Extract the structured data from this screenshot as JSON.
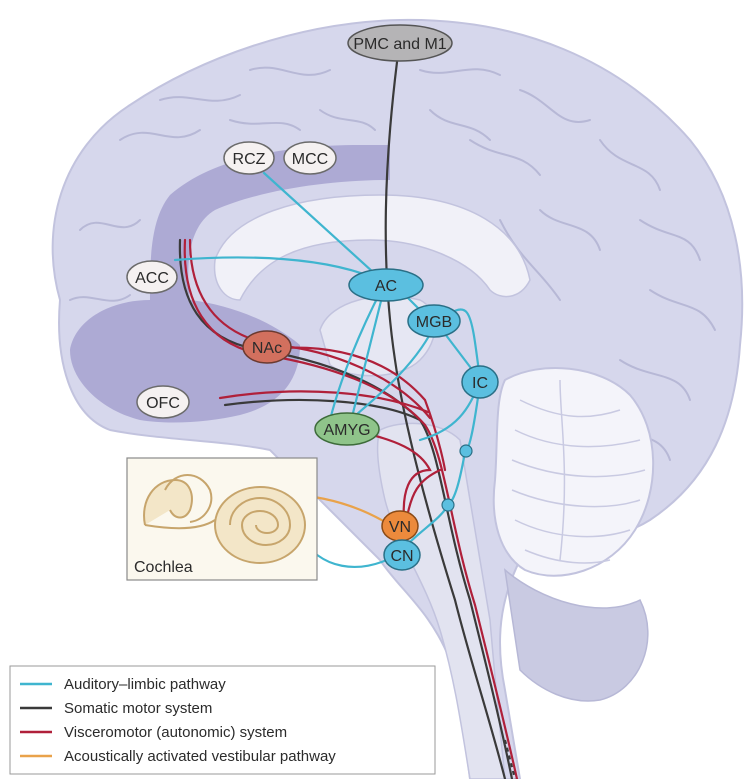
{
  "nodes": {
    "pmc": "PMC and M1",
    "rcz": "RCZ",
    "mcc": "MCC",
    "acc": "ACC",
    "nac": "NAc",
    "ofc": "OFC",
    "ac": "AC",
    "mgb": "MGB",
    "ic": "IC",
    "amyg": "AMYG",
    "vn": "VN",
    "cn": "CN"
  },
  "inset": {
    "label": "Cochlea"
  },
  "legend": [
    {
      "label": "Auditory–limbic pathway",
      "color": "#3fb5cf"
    },
    {
      "label": "Somatic motor system",
      "color": "#3a3a3a"
    },
    {
      "label": "Visceromotor (autonomic) system",
      "color": "#b0203a"
    },
    {
      "label": "Acoustically activated vestibular pathway",
      "color": "#e9a24a"
    }
  ],
  "colors": {
    "brain": "#d6d7ec",
    "cingulate": "#a6a2d0",
    "auditory_node": "#5bbfe0",
    "amyg_node": "#8fc48a",
    "nac_node": "#d2705e",
    "vn_node": "#ec8a3c",
    "pmc_node": "#b5b4b6",
    "cortex_node": "#f5f1f1"
  }
}
